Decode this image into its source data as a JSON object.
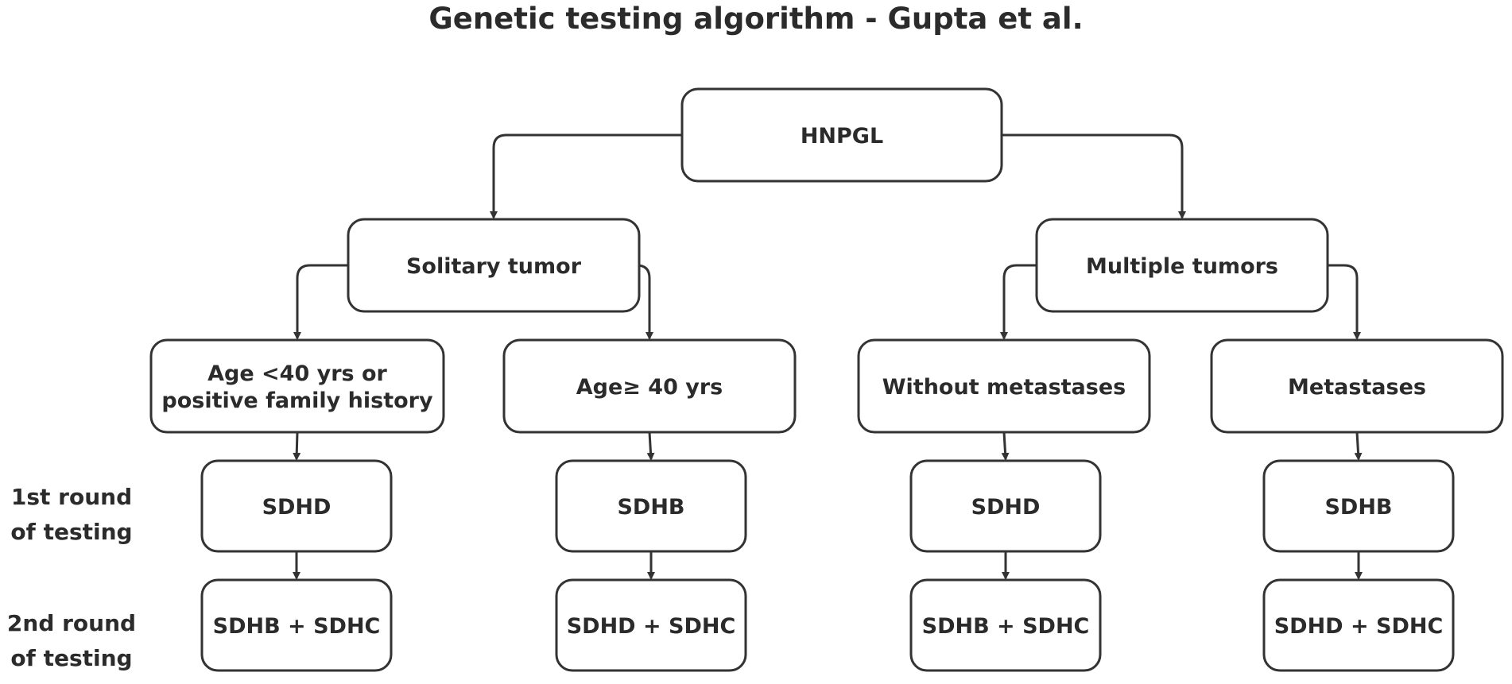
{
  "title": "Genetic testing algorithm - Gupta et al.",
  "nodes": [
    {
      "id": "hnpgl",
      "lines": [
        "HNPGL"
      ]
    },
    {
      "id": "solitary",
      "lines": [
        "Solitary tumor"
      ]
    },
    {
      "id": "multiple",
      "lines": [
        "Multiple tumors"
      ]
    },
    {
      "id": "age-young",
      "lines": [
        "Age  <40 yrs or",
        "positive family history"
      ]
    },
    {
      "id": "age-old",
      "lines": [
        "Age≥ 40 yrs"
      ]
    },
    {
      "id": "no-met",
      "lines": [
        "Without metastases"
      ]
    },
    {
      "id": "met",
      "lines": [
        "Metastases"
      ]
    },
    {
      "id": "r1-a",
      "lines": [
        "SDHD"
      ]
    },
    {
      "id": "r1-b",
      "lines": [
        "SDHB"
      ]
    },
    {
      "id": "r1-c",
      "lines": [
        "SDHD"
      ]
    },
    {
      "id": "r1-d",
      "lines": [
        "SDHB"
      ]
    },
    {
      "id": "r2-a",
      "lines": [
        "SDHB + SDHC"
      ]
    },
    {
      "id": "r2-b",
      "lines": [
        "SDHD + SDHC"
      ]
    },
    {
      "id": "r2-c",
      "lines": [
        "SDHB + SDHC"
      ]
    },
    {
      "id": "r2-d",
      "lines": [
        "SDHD + SDHC"
      ]
    }
  ],
  "edges": [
    {
      "from": "hnpgl",
      "to": "solitary"
    },
    {
      "from": "hnpgl",
      "to": "multiple"
    },
    {
      "from": "solitary",
      "to": "age-young"
    },
    {
      "from": "solitary",
      "to": "age-old"
    },
    {
      "from": "multiple",
      "to": "no-met"
    },
    {
      "from": "multiple",
      "to": "met"
    },
    {
      "from": "age-young",
      "to": "r1-a"
    },
    {
      "from": "age-old",
      "to": "r1-b"
    },
    {
      "from": "no-met",
      "to": "r1-c"
    },
    {
      "from": "met",
      "to": "r1-d"
    },
    {
      "from": "r1-a",
      "to": "r2-a"
    },
    {
      "from": "r1-b",
      "to": "r2-b"
    },
    {
      "from": "r1-c",
      "to": "r2-c"
    },
    {
      "from": "r1-d",
      "to": "r2-d"
    }
  ],
  "row_labels": [
    {
      "id": "round1",
      "lines": [
        "1st round",
        "of testing"
      ]
    },
    {
      "id": "round2",
      "lines": [
        "2nd round",
        "of testing"
      ]
    }
  ],
  "colors": {
    "stroke": "#333333",
    "text": "#2b2b2b",
    "background": "#ffffff"
  }
}
